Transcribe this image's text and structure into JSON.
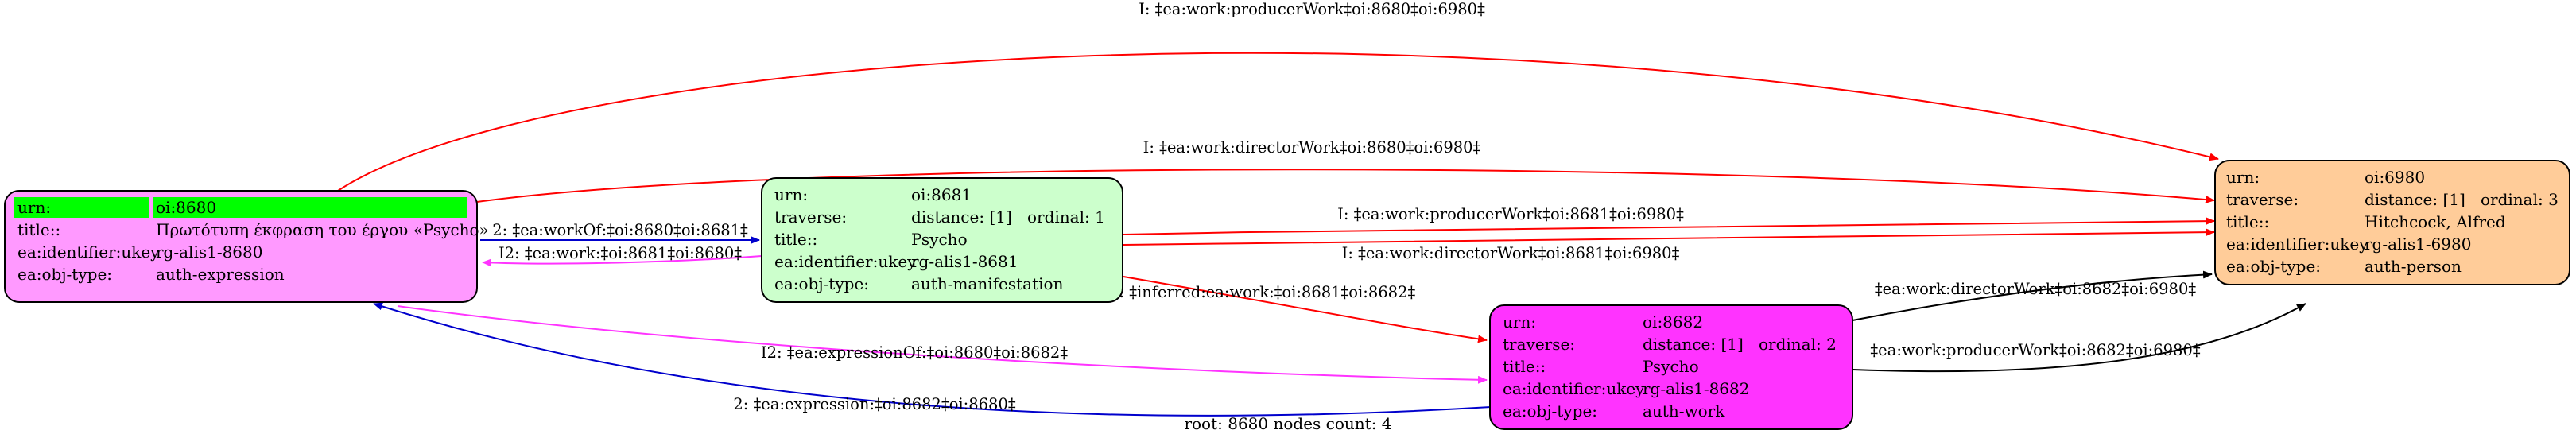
{
  "diagram": {
    "footer": "root: 8680 nodes count: 4",
    "colors": {
      "node_8680": "#ff99ff",
      "node_8681": "#ccffcc",
      "node_8682": "#ff33ff",
      "node_6980": "#ffcc99",
      "urn_highlight": "#00ff00",
      "edge_red": "#ff0000",
      "edge_blue": "#0000cc",
      "edge_magenta": "#ff33ff",
      "edge_black": "#000000"
    },
    "nodes": {
      "n8680": {
        "rows": [
          {
            "key": "urn:",
            "val": "oi:8680"
          },
          {
            "key": "title::",
            "val": "Πρωτότυπη έκφραση του έργου «Psycho»"
          },
          {
            "key": "ea:identifier:ukey",
            "val": "rg-alis1-8680"
          },
          {
            "key": "ea:obj-type:",
            "val": "auth-expression"
          }
        ]
      },
      "n8681": {
        "rows": [
          {
            "key": "urn:",
            "val": "oi:8681"
          },
          {
            "key": "traverse:",
            "val": "distance: [1]",
            "extra": "ordinal: 1"
          },
          {
            "key": "title::",
            "val": "Psycho"
          },
          {
            "key": "ea:identifier:ukey",
            "val": "rg-alis1-8681"
          },
          {
            "key": "ea:obj-type:",
            "val": "auth-manifestation"
          }
        ]
      },
      "n8682": {
        "rows": [
          {
            "key": "urn:",
            "val": "oi:8682"
          },
          {
            "key": "traverse:",
            "val": "distance: [1]",
            "extra": "ordinal: 2"
          },
          {
            "key": "title::",
            "val": "Psycho"
          },
          {
            "key": "ea:identifier:ukey",
            "val": "rg-alis1-8682"
          },
          {
            "key": "ea:obj-type:",
            "val": "auth-work"
          }
        ]
      },
      "n6980": {
        "rows": [
          {
            "key": "urn:",
            "val": "oi:6980"
          },
          {
            "key": "traverse:",
            "val": "distance: [1]",
            "extra": "ordinal: 3"
          },
          {
            "key": "title::",
            "val": "Hitchcock, Alfred"
          },
          {
            "key": "ea:identifier:ukey",
            "val": "rg-alis1-6980"
          },
          {
            "key": "ea:obj-type:",
            "val": "auth-person"
          }
        ]
      }
    },
    "edges": {
      "e1": "I: ‡ea:work:producerWork‡oi:8680‡oi:6980‡",
      "e2": "I: ‡ea:work:directorWork‡oi:8680‡oi:6980‡",
      "e3": "2: ‡ea:workOf:‡oi:8680‡oi:8681‡",
      "e4": "I2: ‡ea:work:‡oi:8681‡oi:8680‡",
      "e5": "I: ‡ea:work:producerWork‡oi:8681‡oi:6980‡",
      "e6": "I: ‡ea:work:directorWork‡oi:8681‡oi:6980‡",
      "e7": "I: ‡inferred:ea:work:‡oi:8681‡oi:8682‡",
      "e8": "I2: ‡ea:expressionOf:‡oi:8680‡oi:8682‡",
      "e9": "2: ‡ea:expression:‡oi:8682‡oi:8680‡",
      "e10": "‡ea:work:directorWork‡oi:8682‡oi:6980‡",
      "e11": "‡ea:work:producerWork‡oi:8682‡oi:6980‡"
    }
  }
}
